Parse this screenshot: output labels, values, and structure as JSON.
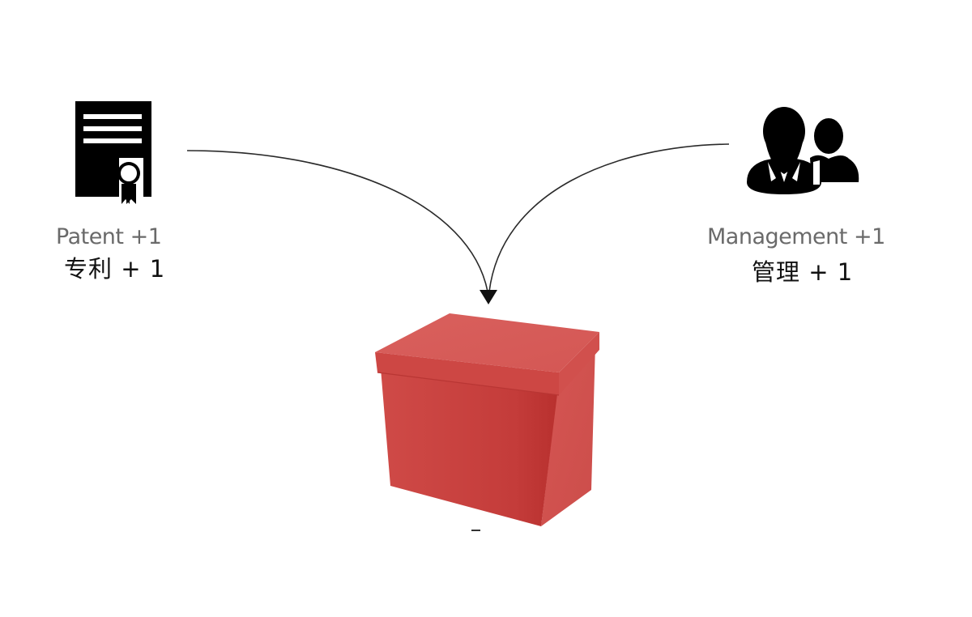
{
  "diagram": {
    "nodes": {
      "patent": {
        "icon": "certificate-icon",
        "label_en": "Patent +1",
        "label_zh": "专利 + 1"
      },
      "management": {
        "icon": "users-group-icon",
        "label_en": "Management +1",
        "label_zh": "管理 + 1"
      },
      "target": {
        "icon": "red-box-icon"
      }
    },
    "edges": [
      {
        "from": "patent",
        "to": "target"
      },
      {
        "from": "management",
        "to": "target"
      }
    ],
    "colors": {
      "icon": "#000000",
      "box_front": "#c9413f",
      "box_lid": "#d65a57",
      "box_side": "#cf4f4c",
      "arrow": "#222222",
      "label_en": "#6a6a6a",
      "label_zh": "#111111"
    }
  }
}
